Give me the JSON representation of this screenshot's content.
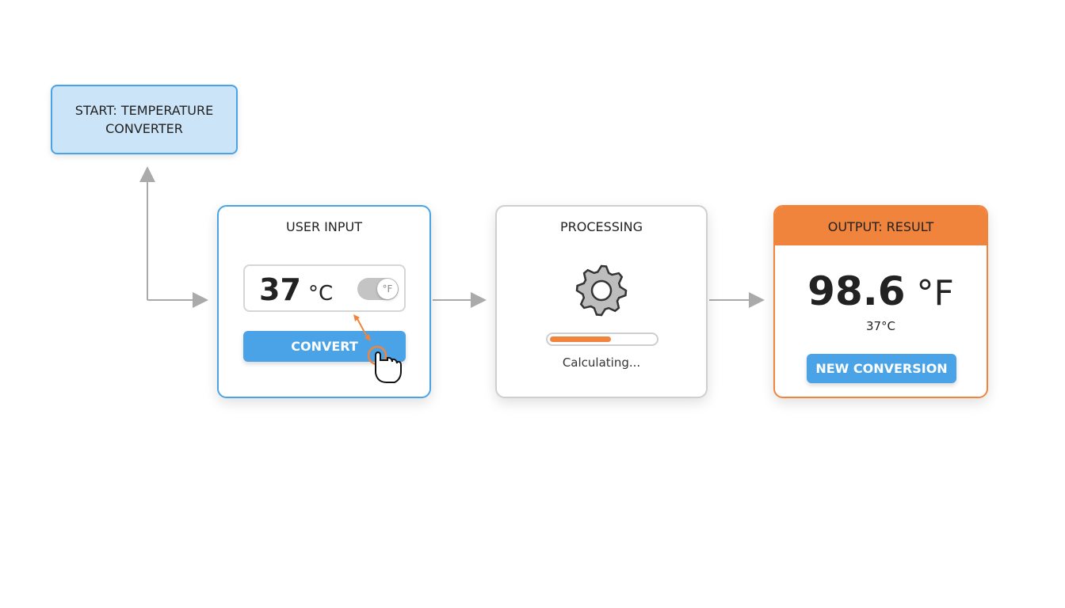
{
  "start": {
    "label": "START: TEMPERATURE CONVERTER"
  },
  "input": {
    "title": "USER INPUT",
    "value": "37",
    "unit": "°C",
    "toggle_label": "°F",
    "toggle_on": false,
    "convert_label": "CONVERT"
  },
  "processing": {
    "title": "PROCESSING",
    "icon": "gear-icon",
    "progress": 0.58,
    "status": "Calculating..."
  },
  "output": {
    "title": "OUTPUT: RESULT",
    "value": "98.6",
    "unit": "°F",
    "source": "37°C",
    "new_label": "NEW CONVERSION"
  },
  "colors": {
    "blue": "#4aa3e6",
    "orange": "#f0843c",
    "start_fill": "#cbe4f8"
  }
}
